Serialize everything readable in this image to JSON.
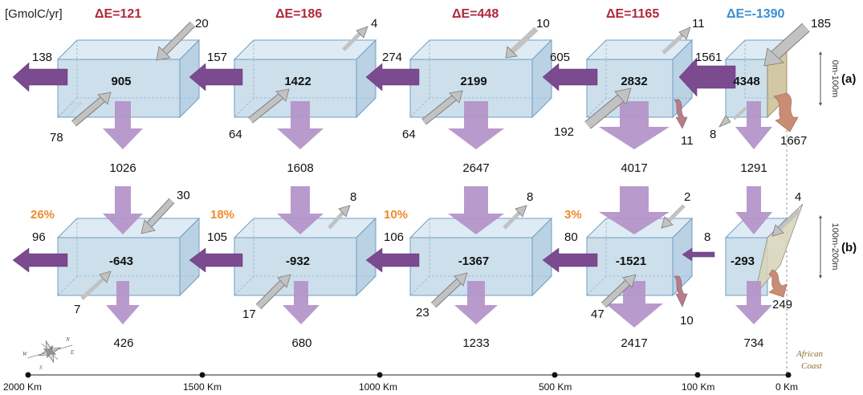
{
  "units": "[GmolC/yr]",
  "delta_e": [
    "ΔE=121",
    "ΔE=186",
    "ΔE=448",
    "ΔE=1165",
    "ΔE=-1390"
  ],
  "colors": {
    "delta_positive": "#b0283c",
    "delta_negative": "#3b8fd1",
    "percent": "#f08a2a",
    "outflow": "#7b4a8f",
    "export": "#b495c9",
    "box": "#c4d9e8",
    "coast_label": "#8b6d2c"
  },
  "layer_a": {
    "label": "(a)",
    "depth": "0m-100m",
    "boxes": [
      "905",
      "1422",
      "2199",
      "2832",
      "4348"
    ],
    "west_flux": [
      "138",
      "157",
      "274",
      "605",
      "1561"
    ],
    "north_flux": [
      "20",
      "4",
      "10",
      "11",
      "185"
    ],
    "south_flux": [
      "78",
      "64",
      "64",
      "192",
      "8"
    ],
    "extra_flux": [
      "11",
      "1667"
    ],
    "vertical_flux": [
      "1026",
      "1608",
      "2647",
      "4017",
      "1291"
    ]
  },
  "layer_b": {
    "label": "(b)",
    "depth": "100m-200m",
    "percentages": [
      "26%",
      "18%",
      "10%",
      "3%"
    ],
    "boxes": [
      "-643",
      "-932",
      "-1367",
      "-1521",
      "-293"
    ],
    "west_flux": [
      "96",
      "105",
      "106",
      "80",
      "8"
    ],
    "north_flux": [
      "30",
      "8",
      "8",
      "2",
      "4"
    ],
    "south_flux": [
      "7",
      "17",
      "23",
      "47"
    ],
    "extra_flux": [
      "10",
      "249"
    ],
    "bottom_flux": [
      "426",
      "680",
      "1233",
      "2417",
      "734"
    ]
  },
  "axis": {
    "ticks": [
      "2000  Km",
      "1500  Km",
      "1000  Km",
      "500  Km",
      "100  Km",
      "0  Km"
    ],
    "coast_label_1": "African",
    "coast_label_2": "Coast"
  },
  "compass": {
    "n": "N",
    "s": "S",
    "e": "E",
    "w": "W"
  }
}
